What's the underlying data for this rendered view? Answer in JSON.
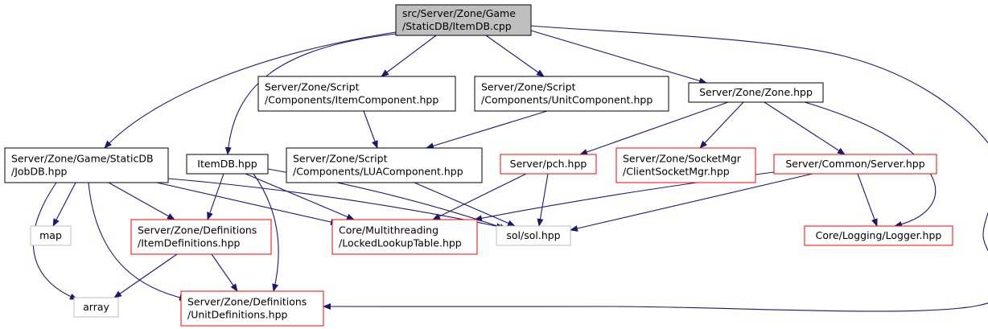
{
  "colors": {
    "edge": "#191970",
    "root_fill": "#bfbfbf",
    "border_black": "#000000",
    "border_red": "#ff0000",
    "border_gray": "#bfbfbf"
  },
  "nodes": [
    {
      "id": "itemdb_cpp",
      "lines": [
        "src/Server/Zone/Game",
        "/StaticDB/ItemDB.cpp"
      ],
      "style": "root"
    },
    {
      "id": "item_component",
      "lines": [
        "Server/Zone/Script",
        "/Components/ItemComponent.hpp"
      ],
      "style": "black"
    },
    {
      "id": "unit_component",
      "lines": [
        "Server/Zone/Script",
        "/Components/UnitComponent.hpp"
      ],
      "style": "black"
    },
    {
      "id": "zone_hpp",
      "lines": [
        "Server/Zone/Zone.hpp"
      ],
      "style": "black"
    },
    {
      "id": "jobdb_hpp",
      "lines": [
        "Server/Zone/Game/StaticDB",
        "/JobDB.hpp"
      ],
      "style": "black"
    },
    {
      "id": "itemdb_hpp",
      "lines": [
        "ItemDB.hpp"
      ],
      "style": "black"
    },
    {
      "id": "lua_component",
      "lines": [
        "Server/Zone/Script",
        "/Components/LUAComponent.hpp"
      ],
      "style": "black"
    },
    {
      "id": "pch_hpp",
      "lines": [
        "Server/pch.hpp"
      ],
      "style": "red"
    },
    {
      "id": "client_socket_mgr",
      "lines": [
        "Server/Zone/SocketMgr",
        "/ClientSocketMgr.hpp"
      ],
      "style": "red"
    },
    {
      "id": "server_hpp",
      "lines": [
        "Server/Common/Server.hpp"
      ],
      "style": "red"
    },
    {
      "id": "map",
      "lines": [
        "map"
      ],
      "style": "gray"
    },
    {
      "id": "item_definitions",
      "lines": [
        "Server/Zone/Definitions",
        "/ItemDefinitions.hpp"
      ],
      "style": "red"
    },
    {
      "id": "locked_lookup_table",
      "lines": [
        "Core/Multithreading",
        "/LockedLookupTable.hpp"
      ],
      "style": "red"
    },
    {
      "id": "sol_hpp",
      "lines": [
        "sol/sol.hpp"
      ],
      "style": "gray"
    },
    {
      "id": "logger_hpp",
      "lines": [
        "Core/Logging/Logger.hpp"
      ],
      "style": "red"
    },
    {
      "id": "array",
      "lines": [
        "array"
      ],
      "style": "gray"
    },
    {
      "id": "unit_definitions",
      "lines": [
        "Server/Zone/Definitions",
        "/UnitDefinitions.hpp"
      ],
      "style": "red"
    }
  ],
  "edges": [
    {
      "from": "itemdb_cpp",
      "to": "item_component"
    },
    {
      "from": "itemdb_cpp",
      "to": "unit_component"
    },
    {
      "from": "itemdb_cpp",
      "to": "zone_hpp"
    },
    {
      "from": "itemdb_cpp",
      "to": "jobdb_hpp"
    },
    {
      "from": "itemdb_cpp",
      "to": "itemdb_hpp"
    },
    {
      "from": "itemdb_cpp",
      "to": "unit_definitions"
    },
    {
      "from": "item_component",
      "to": "lua_component"
    },
    {
      "from": "unit_component",
      "to": "lua_component"
    },
    {
      "from": "lua_component",
      "to": "sol_hpp"
    },
    {
      "from": "zone_hpp",
      "to": "pch_hpp"
    },
    {
      "from": "zone_hpp",
      "to": "client_socket_mgr"
    },
    {
      "from": "zone_hpp",
      "to": "server_hpp"
    },
    {
      "from": "zone_hpp",
      "to": "logger_hpp"
    },
    {
      "from": "pch_hpp",
      "to": "locked_lookup_table"
    },
    {
      "from": "pch_hpp",
      "to": "sol_hpp"
    },
    {
      "from": "server_hpp",
      "to": "locked_lookup_table"
    },
    {
      "from": "server_hpp",
      "to": "sol_hpp"
    },
    {
      "from": "server_hpp",
      "to": "logger_hpp"
    },
    {
      "from": "jobdb_hpp",
      "to": "map"
    },
    {
      "from": "jobdb_hpp",
      "to": "item_definitions"
    },
    {
      "from": "jobdb_hpp",
      "to": "locked_lookup_table"
    },
    {
      "from": "jobdb_hpp",
      "to": "sol_hpp"
    },
    {
      "from": "jobdb_hpp",
      "to": "array"
    },
    {
      "from": "jobdb_hpp",
      "to": "unit_definitions"
    },
    {
      "from": "itemdb_hpp",
      "to": "item_definitions"
    },
    {
      "from": "itemdb_hpp",
      "to": "locked_lookup_table"
    },
    {
      "from": "itemdb_hpp",
      "to": "sol_hpp"
    },
    {
      "from": "itemdb_hpp",
      "to": "unit_definitions"
    },
    {
      "from": "item_definitions",
      "to": "array"
    },
    {
      "from": "item_definitions",
      "to": "unit_definitions"
    }
  ]
}
